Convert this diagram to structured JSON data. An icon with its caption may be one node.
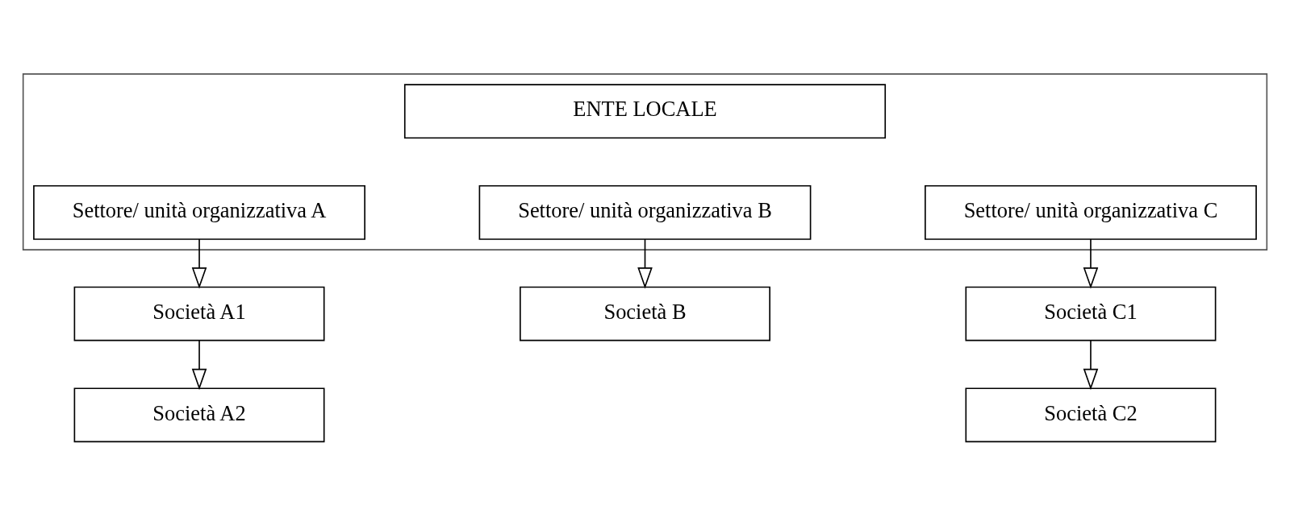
{
  "diagram": {
    "nodes": [
      {
        "text": [],
        "shape": "box"
      },
      {
        "text": [
          "ENTE LOCALE"
        ],
        "in": 0
      },
      {
        "text": [
          "Settore/ unità organizzativa A"
        ],
        "in": 0
      },
      {
        "text": [
          "Settore/ unità organizzativa B"
        ],
        "in": 0
      },
      {
        "text": [
          "Settore/ unità organizzativa C"
        ],
        "in": 0
      },
      {
        "text": [
          "Società A1"
        ]
      },
      {
        "text": [
          "Società B"
        ]
      },
      {
        "text": [
          "Società C1"
        ]
      },
      {
        "text": [
          "Società A2"
        ]
      },
      {
        "text": [
          "Società C2"
        ]
      }
    ],
    "edges": [
      {
        "from": 2,
        "to": 5,
        "arrow": "to"
      },
      {
        "from": 3,
        "to": 6,
        "arrow": "to"
      },
      {
        "from": 4,
        "to": 7,
        "arrow": "to"
      },
      {
        "from": 5,
        "to": 8,
        "arrow": "to"
      },
      {
        "from": 7,
        "to": 9,
        "arrow": "to"
      }
    ]
  }
}
